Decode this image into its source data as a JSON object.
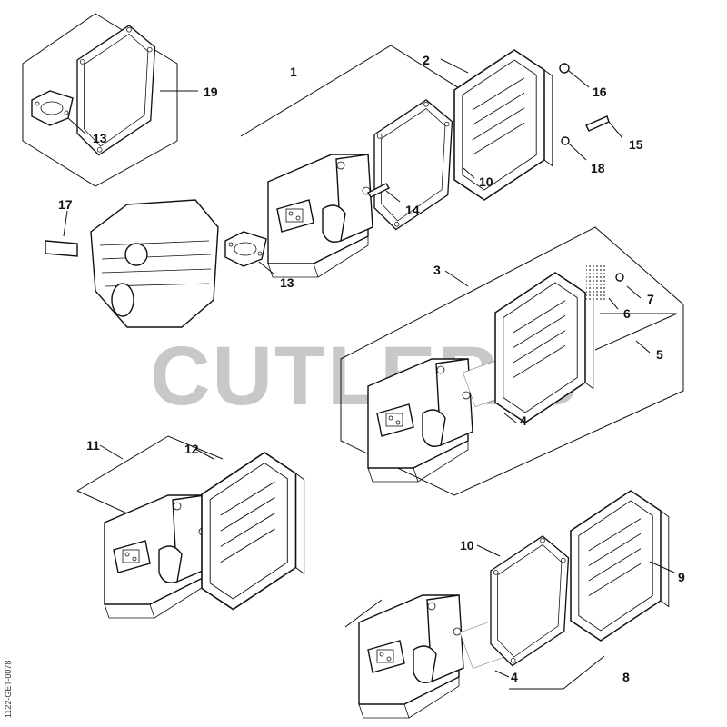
{
  "watermark": "CUTLER'S",
  "drawing_code": "1122-GET-0078",
  "callouts": {
    "c1": "1",
    "c2": "2",
    "c3": "3",
    "c4a": "4",
    "c4b": "4",
    "c5": "5",
    "c6": "6",
    "c7": "7",
    "c8": "8",
    "c9": "9",
    "c10a": "10",
    "c10b": "10",
    "c11": "11",
    "c12": "12",
    "c13a": "13",
    "c13b": "13",
    "c14": "14",
    "c15": "15",
    "c16": "16",
    "c17": "17",
    "c18": "18",
    "c19": "19"
  }
}
